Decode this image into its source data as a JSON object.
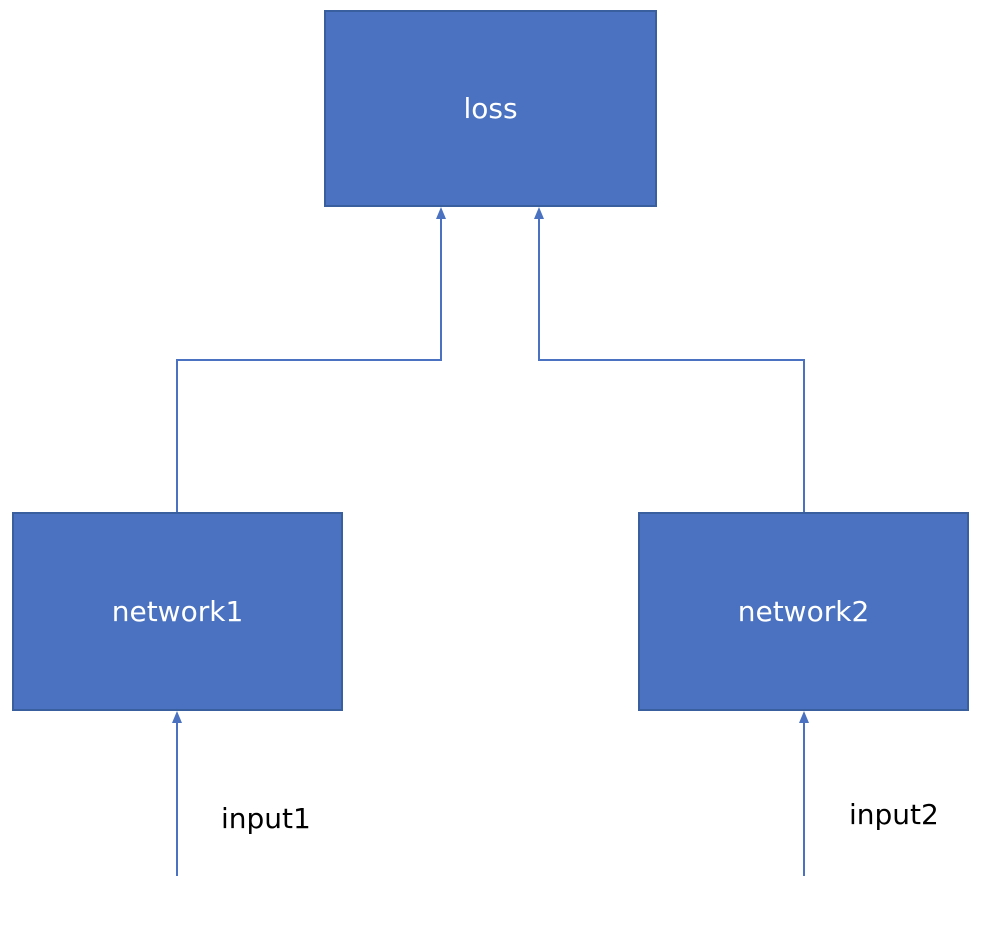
{
  "colors": {
    "box_fill": "#4a72c0",
    "box_border": "#3a5f9f",
    "line": "#4a72c0",
    "box_text": "#ffffff",
    "label_text": "#000000"
  },
  "nodes": {
    "loss": "loss",
    "network1": "network1",
    "network2": "network2"
  },
  "inputs": {
    "input1": "input1",
    "input2": "input2"
  },
  "edges": [
    {
      "from": "input1",
      "to": "network1"
    },
    {
      "from": "input2",
      "to": "network2"
    },
    {
      "from": "network1",
      "to": "loss"
    },
    {
      "from": "network2",
      "to": "loss"
    }
  ]
}
